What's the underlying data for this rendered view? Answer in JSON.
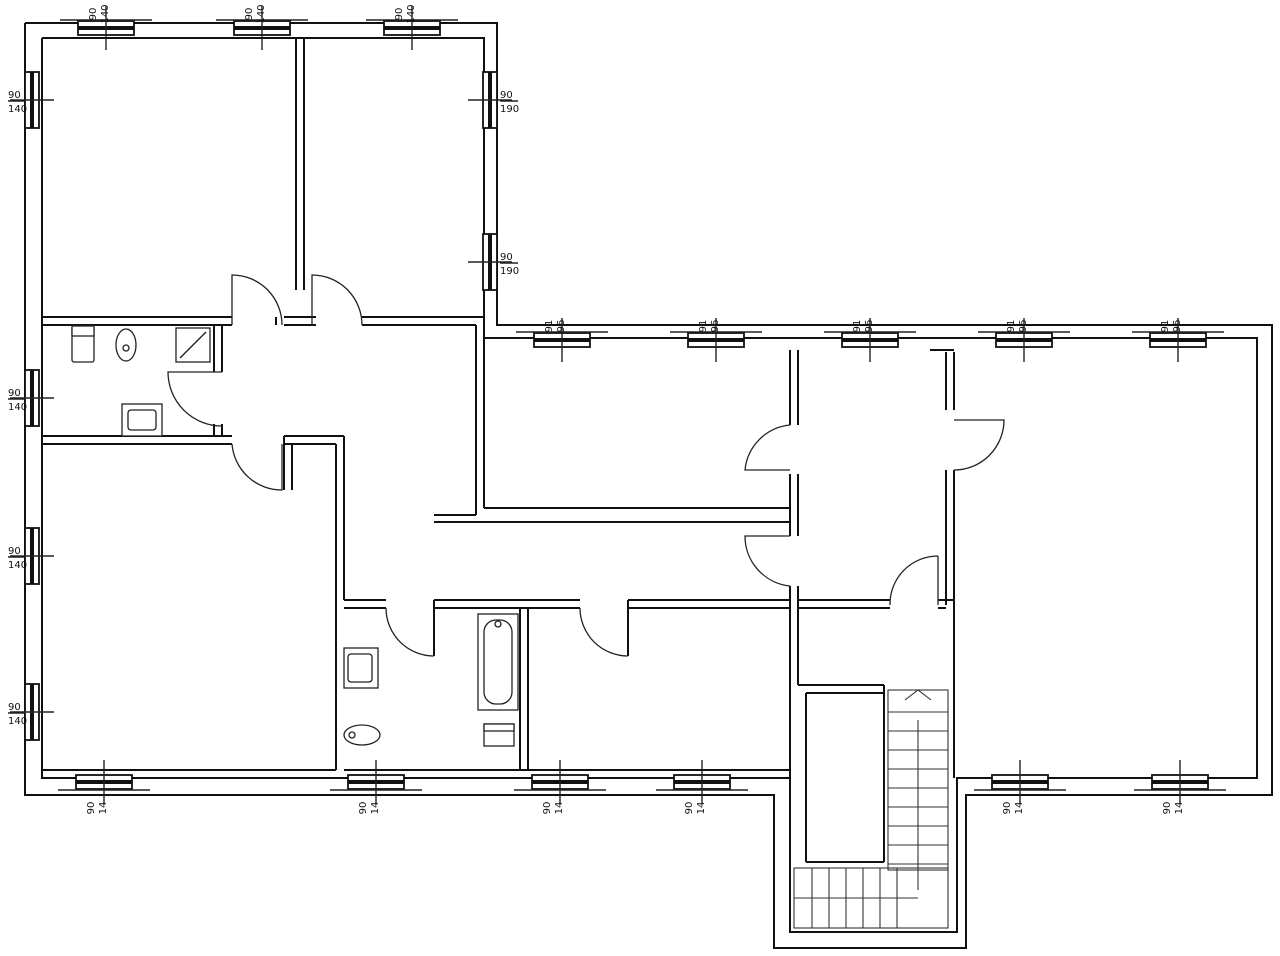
{
  "window_labels": {
    "width_90": "90",
    "height_140": "140",
    "height_14": "14",
    "height_190": "190",
    "height_96": "96",
    "width_91": "91"
  }
}
